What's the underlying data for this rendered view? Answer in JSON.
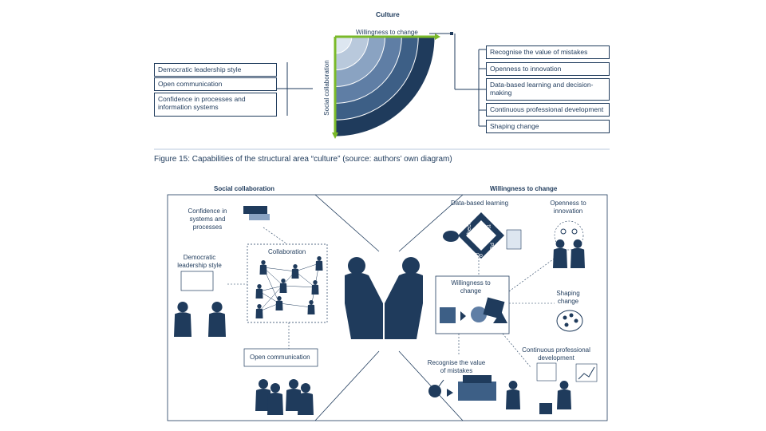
{
  "top": {
    "title": "Culture",
    "x_axis_label": "Willingness to change",
    "y_axis_label": "Social collaboration",
    "left_items": [
      "Democratic leadership style",
      "Open communication",
      "Confidence in processes and information systems"
    ],
    "right_items": [
      "Recognise the value of mistakes",
      "Openness to innovation",
      "Data-based learning and decision-making",
      "Continuous professional development",
      "Shaping change"
    ],
    "arc_colors": [
      "#1f3b5c",
      "#3d5f86",
      "#5f7ea5",
      "#8aa3c2",
      "#b9c9dc",
      "#dde6f0"
    ],
    "axis_color": "#7ab929"
  },
  "caption": "Figure 15: Capabilities of the structural area “culture” (source: authors’ own diagram)",
  "bottom": {
    "left_title": "Social collaboration",
    "right_title": "Willingness to change",
    "confidence_label": "Confidence in systems and processes",
    "democratic_label": "Democratic leadership style",
    "collaboration_label": "Collaboration",
    "open_comm_label": "Open communication",
    "data_learning_label": "Data-based learning",
    "openness_label": "Openness to innovation",
    "willingness_label": "Willingness to change",
    "shaping_label": "Shaping change",
    "cpd_label": "Continuous professional development",
    "mistakes_label": "Recognise the value of mistakes",
    "pdca": [
      "Act",
      "Plan",
      "Do",
      "Check"
    ]
  }
}
